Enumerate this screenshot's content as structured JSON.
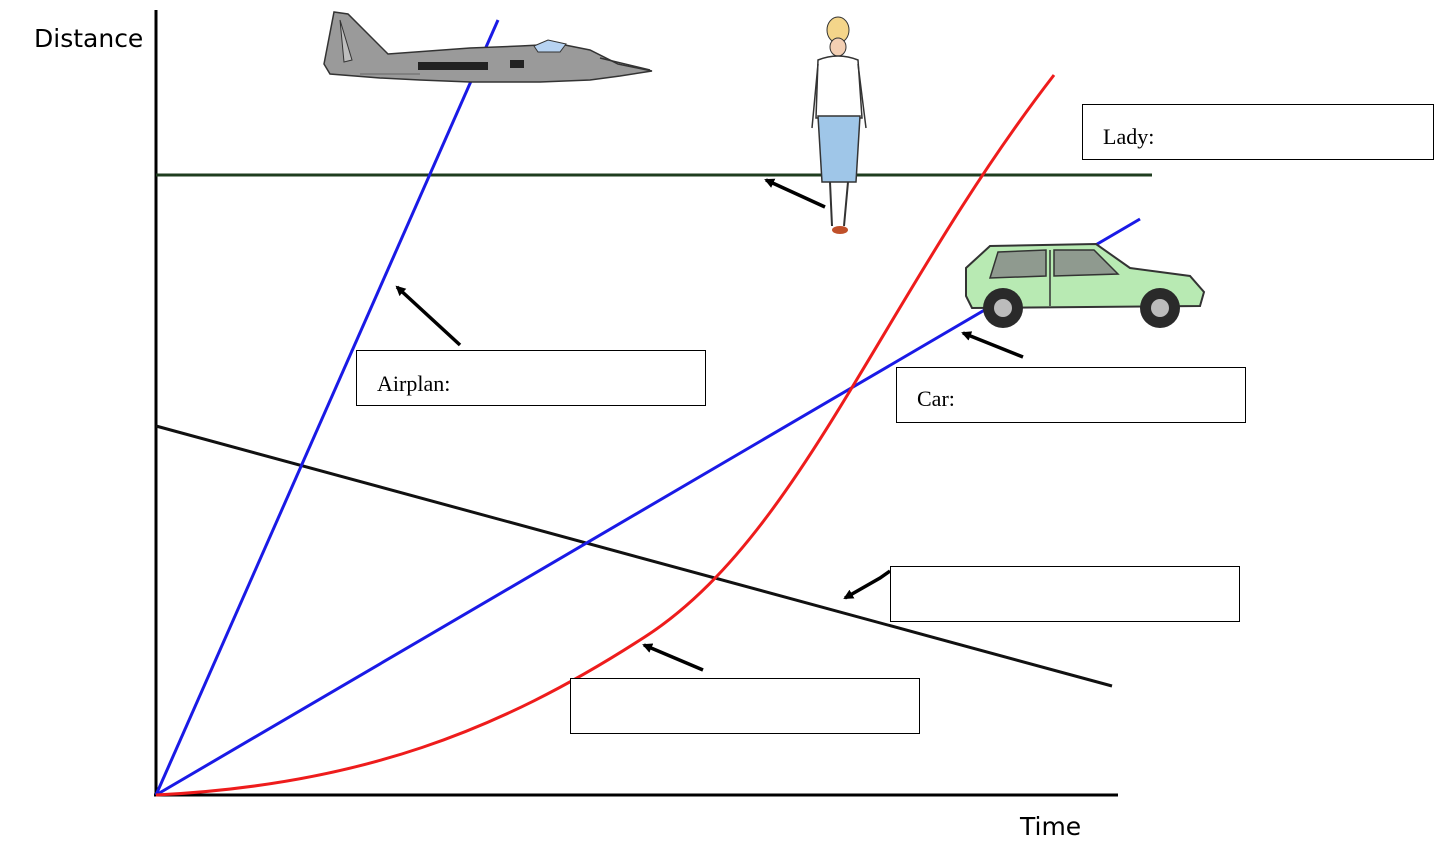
{
  "axes": {
    "y_label": "Distance",
    "x_label": "Time"
  },
  "labels": {
    "lady": "Lady:",
    "airplane": "Airplan:",
    "car": "Car:",
    "black_line": "",
    "red_curve": ""
  },
  "colors": {
    "airplane_line": "#1a1ae6",
    "car_line": "#1a1ae6",
    "lady_line": "#1f3d1f",
    "red_curve": "#ee1c1c",
    "black_line": "#111111"
  },
  "icons": [
    "airplane-icon",
    "lady-icon",
    "car-icon"
  ]
}
